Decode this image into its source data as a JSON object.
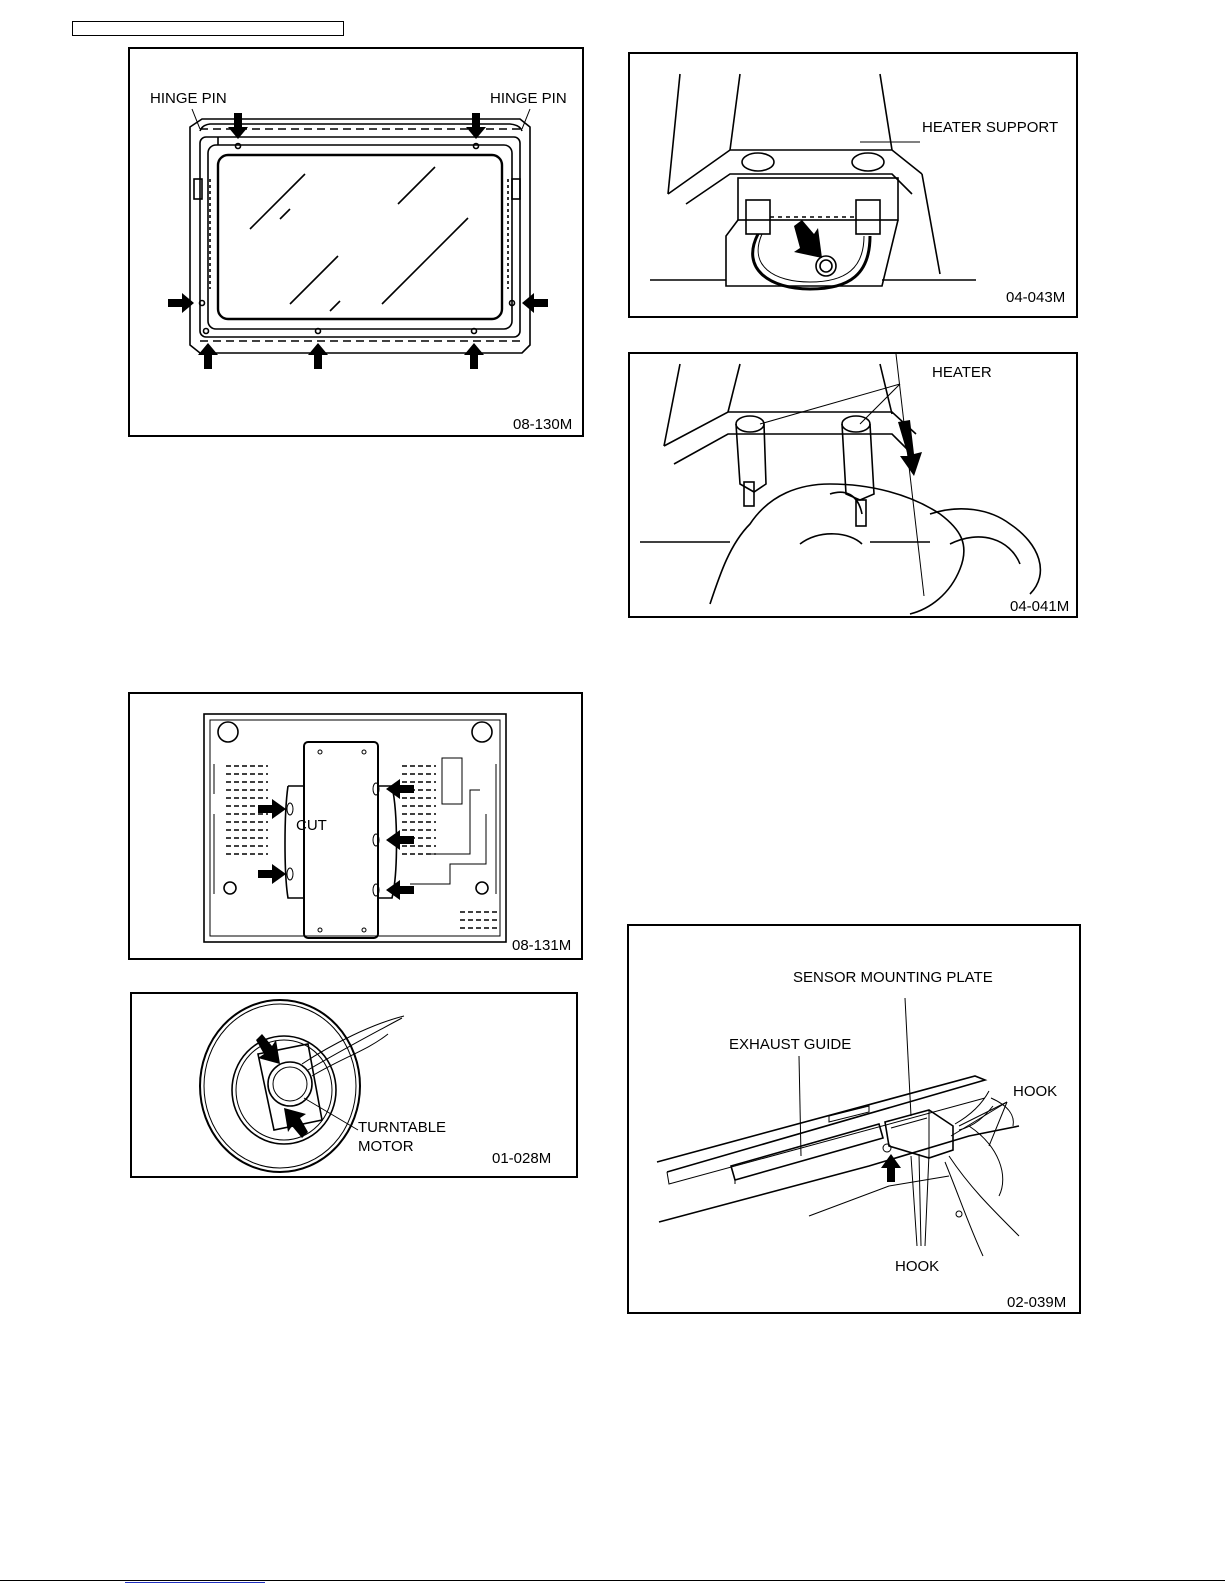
{
  "figures": {
    "door": {
      "code": "08-130M",
      "label_left": "HINGE PIN",
      "label_right": "HINGE PIN"
    },
    "heater_support": {
      "code": "04-043M",
      "label": "HEATER SUPPORT"
    },
    "heater": {
      "code": "04-041M",
      "label": "HEATER"
    },
    "base_cut": {
      "code": "08-131M",
      "label": "CUT"
    },
    "turntable": {
      "code": "01-028M",
      "label_line1": "TURNTABLE",
      "label_line2": "MOTOR"
    },
    "sensor": {
      "code": "02-039M",
      "label_plate": "SENSOR  MOUNTING  PLATE",
      "label_guide": "EXHAUST  GUIDE",
      "label_hook_top": "HOOK",
      "label_hook_bottom": "HOOK"
    }
  },
  "icons": [
    "arrow-icon"
  ]
}
